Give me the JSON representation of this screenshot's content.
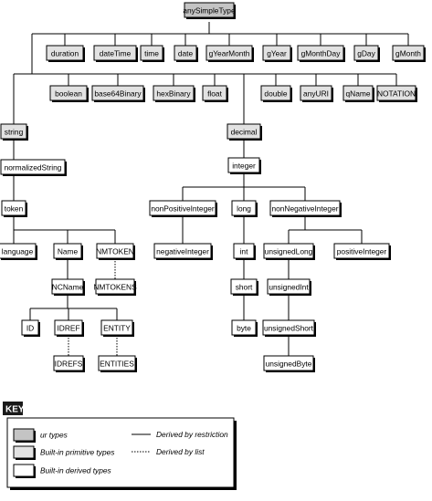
{
  "nodes": {
    "anySimpleType": "anySimpleType",
    "duration": "duration",
    "dateTime": "dateTime",
    "time": "time",
    "date": "date",
    "gYearMonth": "gYearMonth",
    "gYear": "gYear",
    "gMonthDay": "gMonthDay",
    "gDay": "gDay",
    "gMonth": "gMonth",
    "boolean": "boolean",
    "base64Binary": "base64Binary",
    "hexBinary": "hexBinary",
    "float": "float",
    "double": "double",
    "anyURI": "anyURI",
    "qName": "qName",
    "NOTATION": "NOTATION",
    "string": "string",
    "decimal": "decimal",
    "normalizedString": "normalizedString",
    "integer": "integer",
    "token": "token",
    "nonPositiveInteger": "nonPositiveInteger",
    "long": "long",
    "nonNegativeInteger": "nonNegativeInteger",
    "language": "language",
    "Name": "Name",
    "NMTOKEN": "NMTOKEN",
    "negativeInteger": "negativeInteger",
    "int": "int",
    "unsignedLong": "unsignedLong",
    "positiveInteger": "positiveInteger",
    "NCName": "NCName",
    "NMTOKENS": "NMTOKENS",
    "short": "short",
    "unsignedInt": "unsignedInt",
    "ID": "ID",
    "IDREF": "IDREF",
    "ENTITY": "ENTITY",
    "byte": "byte",
    "unsignedShort": "unsignedShort",
    "IDREFS": "IDREFS",
    "ENTITIES": "ENTITIES",
    "unsignedByte": "unsignedByte"
  },
  "key": {
    "title": "KEY",
    "ur_types": "ur types",
    "primitive_types": "Built-in primitive types",
    "derived_types": "Built-in derived types",
    "restriction": "Derived by restriction",
    "list": "Derived by list"
  },
  "colors": {
    "ur": "#c4c4c4",
    "primitive": "#e2e2e2",
    "derived": "#ffffff",
    "key_title_bg": "#1a1a1a"
  }
}
